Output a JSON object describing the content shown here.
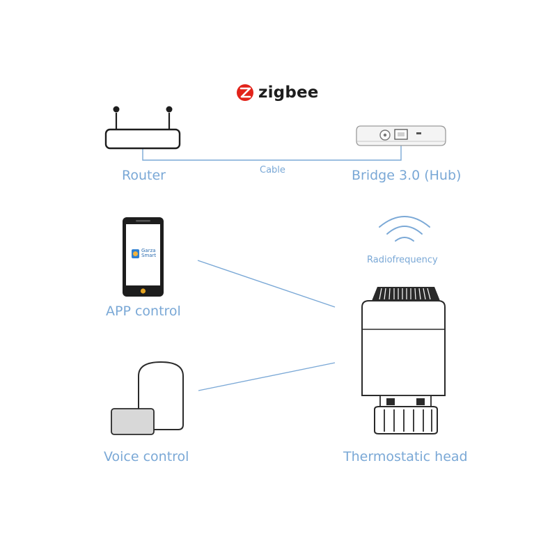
{
  "brand": {
    "name": "zigbee",
    "logo_color": "#e2231a"
  },
  "colors": {
    "label": "#7aa8d6",
    "line": "#7aa8d6",
    "device_stroke": "#1d1d1d"
  },
  "nodes": {
    "router": {
      "label": "Router"
    },
    "bridge": {
      "label": "Bridge 3.0 (Hub)"
    },
    "app": {
      "label": "APP control",
      "app_name_line1": "Garza",
      "app_name_line2": "Smart"
    },
    "voice": {
      "label": "Voice control"
    },
    "thermostat": {
      "label": "Thermostatic head"
    }
  },
  "connections": {
    "cable": {
      "label": "Cable"
    },
    "radio": {
      "label": "Radiofrequency"
    }
  }
}
